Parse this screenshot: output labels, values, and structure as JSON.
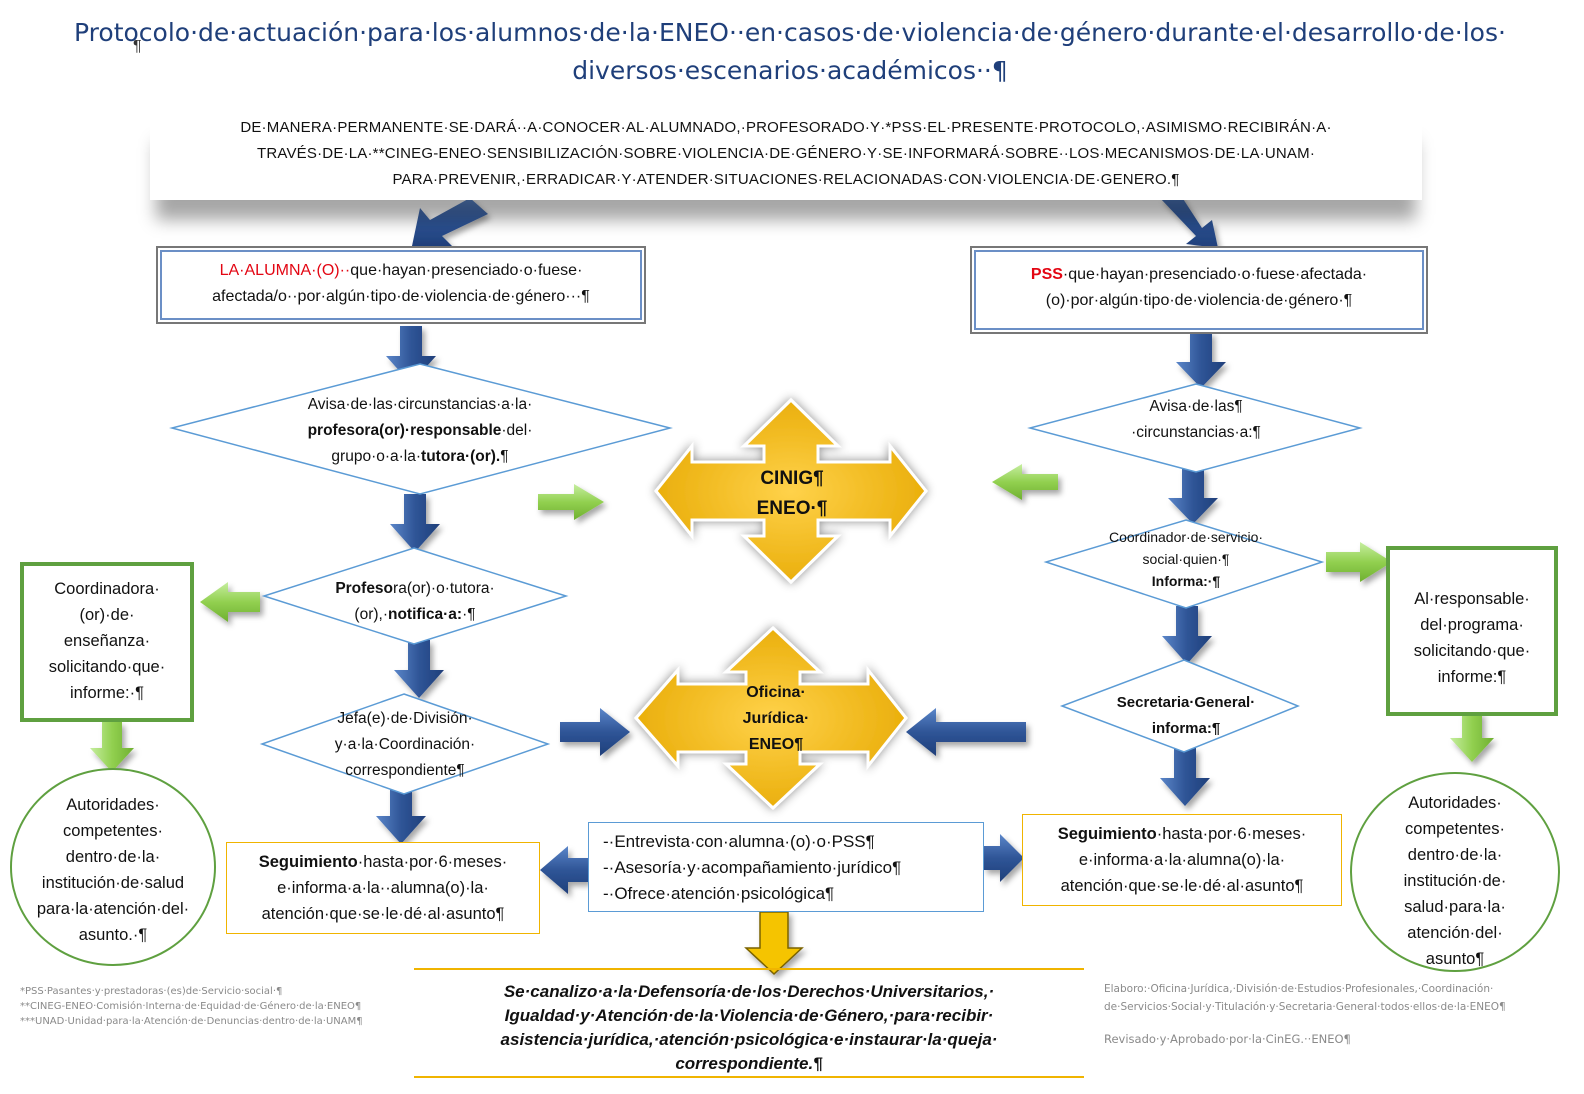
{
  "title": {
    "line1": "Protocolo·de·actuación·para·los·alumnos·de·la·ENEO··en·casos·de·violencia·de·género·durante·el·desarrollo·de·los·",
    "line2": "diversos·escenarios·académicos··¶",
    "mark": "¶"
  },
  "intro": {
    "line1": "DE·MANERA·PERMANENTE·SE·DARÁ··A·CONOCER·AL·ALUMNADO,·PROFESORADO·Y·*PSS·EL·PRESENTE·PROTOCOLO,·ASIMISMO·RECIBIRÁN·A·",
    "line2": "TRAVÉS·DE·LA·**CINEG-ENEO·SENSIBILIZACIÓN·SOBRE·VIOLENCIA·DE·GÉNERO·Y·SE·INFORMARÁ·SOBRE··LOS·MECANISMOS·DE·LA·UNAM·",
    "line3": "PARA·PREVENIR,·ERRADICAR·Y·ATENDER·SITUACIONES·RELACIONADAS·CON·VIOLENCIA·DE·GENERO.¶"
  },
  "left": {
    "start": {
      "highlight": "LA·ALUMNA·(O)··",
      "line1_rest": "que·hayan·presenciado·o·fuese·",
      "line2": "afectada/o··por·algún·tipo·de·violencia·de·género···¶"
    },
    "diamond1": {
      "line1": "Avisa·de·las·circunstancias·a·la·",
      "line2_bold": "profesora(or)·responsable",
      "line2_rest": "·del·",
      "line3_pre": "grupo·o·a·la·",
      "line3_bold": "tutora·(or).",
      "line3_post": "¶"
    },
    "diamond2": {
      "line1_bold": "Profeso",
      "line1_rest": "ra(or)·o·tutora·",
      "line2_pre": "(or),·",
      "line2_bold": "notifica·a:",
      "line2_post": "·¶"
    },
    "diamond3": {
      "line1": "Jefa(e)·de·División·",
      "line2": "y·a·la·Coordinación·",
      "line3": "correspondiente¶"
    },
    "green_box": [
      "Coordinadora·",
      "(or)·de·",
      "enseñanza·",
      "solicitando·que·",
      "informe:·¶"
    ],
    "circle": [
      "Autoridades·",
      "competentes·",
      "dentro·de·la·",
      "institución·de·salud",
      "para·la·atención·del·",
      "asunto.·¶"
    ],
    "followup": {
      "bold": "Seguimiento",
      "line1_rest": "·hasta·por·6·meses·",
      "line2": "e·informa·a·la··alumna(o)·la·",
      "line3": "atención·que·se·le·dé·al·asunto¶"
    }
  },
  "right": {
    "start": {
      "highlight": "PSS",
      "line1_rest": "·que·hayan·presenciado·o·fuese·afectada·",
      "line2": "(o)·por·algún·tipo·de·violencia·de·género·¶"
    },
    "diamond1": {
      "line1": "Avisa·de·las¶",
      "line2": "·circunstancias·a:¶"
    },
    "diamond2": {
      "line1": "Coordinador·de·servicio·",
      "line2": "social·quien·¶",
      "line3_bold": "Informa:·¶"
    },
    "diamond3": {
      "line1_bold": "Secretaria·General·",
      "line2_bold": "informa:¶"
    },
    "green_box": [
      "Al·responsable·",
      "del·programa·",
      "solicitando·que·",
      "informe:¶"
    ],
    "circle": [
      "Autoridades·",
      "competentes·",
      "dentro·de·la·",
      "institución·de·",
      "salud·para·la·",
      "atención·del·",
      "asunto¶"
    ],
    "followup": {
      "bold": "Seguimiento",
      "line1_rest": "·hasta·por·6·meses·",
      "line2": "e·informa·a·la·alumna(o)·la·",
      "line3": "atención·que·se·le·dé·al·asunto¶"
    }
  },
  "center": {
    "cinig": {
      "line1": "CINIG¶",
      "line2": "ENEO·¶"
    },
    "oficina": {
      "line1": "Oficina·",
      "line2": "Jurídica·",
      "line3": "ENEO¶"
    },
    "services": [
      "-·Entrevista·con·alumna·(o)·o·PSS¶",
      "-·Asesoría·y·acompañamiento·jurídico¶",
      "-·Ofrece·atención·psicológica¶"
    ],
    "final": {
      "line1": "Se·canalizo·a·la·Defensoría·de·los·Derechos·Universitarios,·",
      "line2": "Igualdad·y·Atención·de·la·Violencia·de·Género,·para·recibir·",
      "line3": "asistencia·jurídica,·atención·psicológica·e·instaurar·la·queja·",
      "line4": "correspondiente.¶"
    }
  },
  "footnotes": [
    "*PSS·Pasantes·y·prestadoras·(es)de·Servicio·social·¶",
    "**CINEG-ENEO·Comisión·Interna·de·Equidad·de·Género·de·la·ENEO¶",
    "***UNAD·Unidad·para·la·Atención·de·Denuncias·dentro·de·la·UNAM¶"
  ],
  "credits": {
    "line1": "Elaboro:·Oficina·Jurídica,·División·de·Estudios·Profesionales,·Coordinación·",
    "line2": "de·Servicios·Social·y·Titulación·y·Secretaria·General·todos·ellos·de·la·ENEO¶",
    "line3": "Revisado·y·Aprobado·por·la·CinEG.··ENEO¶"
  },
  "colors": {
    "title_blue": "#1f3f7a",
    "arrow_blue": "#2f5597",
    "arrow_green": "#92d050",
    "cross_gold": "#f5b800",
    "diamond_stroke": "#5b9bd5",
    "box_green": "#5fa040",
    "highlight_red": "#e30613"
  }
}
